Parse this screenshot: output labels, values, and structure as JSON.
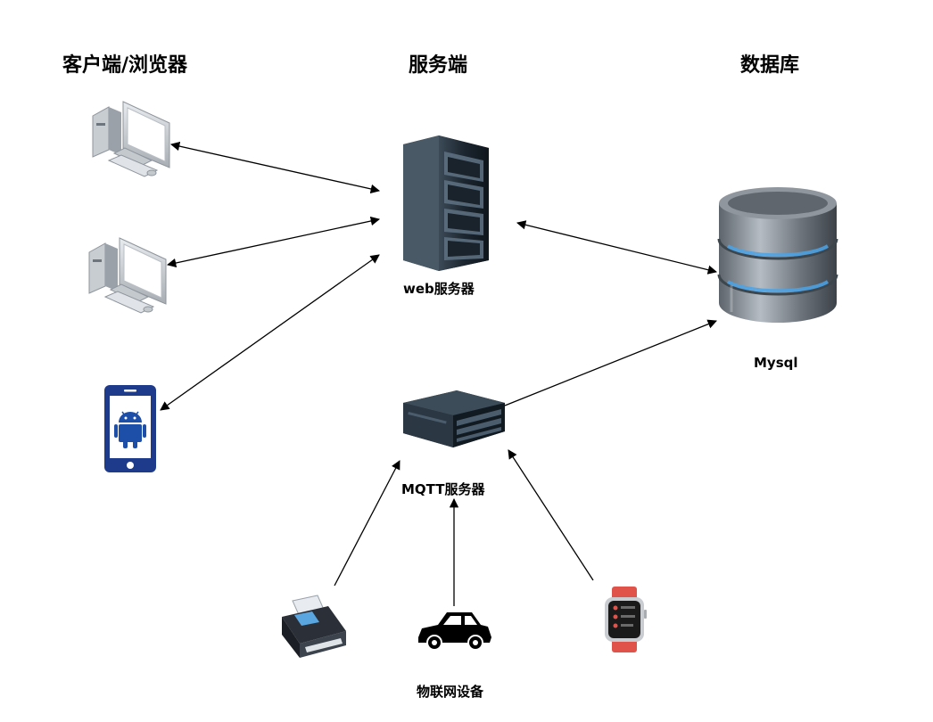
{
  "headings": {
    "client": "客户端/浏览器",
    "server": "服务端",
    "database": "数据库"
  },
  "labels": {
    "web_server": "web服务器",
    "mysql": "Mysql",
    "mqtt_server": "MQTT服务器",
    "iot_devices": "物联网设备"
  },
  "icons": {
    "desktop_1": "desktop-computer-icon",
    "desktop_2": "desktop-computer-icon",
    "phone": "android-phone-icon",
    "web_server": "rack-server-icon",
    "mqtt_server": "rack-server-icon",
    "database": "database-icon",
    "printer": "printer-icon",
    "car": "car-icon",
    "watch": "smartwatch-icon"
  },
  "colors": {
    "arrow": "#000000",
    "phone_blue": "#1e3a8a",
    "android_blue": "#1d4fa8",
    "server_dark": "#1f2b36",
    "db_gray": "#7d8590",
    "db_glow": "#4aa3e8",
    "watch_red": "#e0534a"
  }
}
